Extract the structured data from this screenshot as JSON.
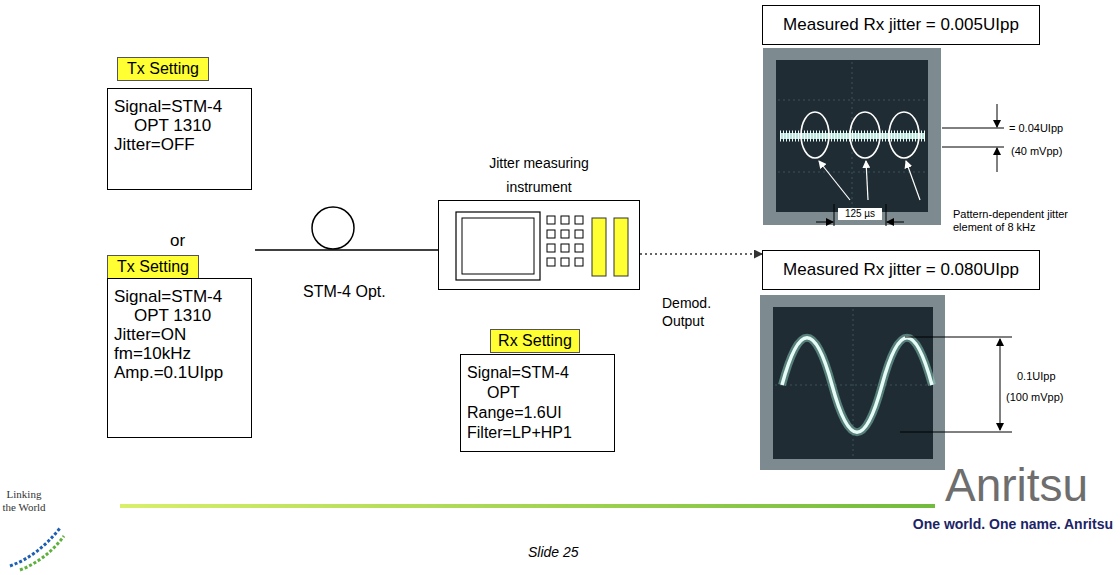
{
  "diagram": {
    "nodes": [
      {
        "text": [
          "Tx Setting"
        ]
      },
      {
        "text": [
          "Signal=STM-4 OPT 1310",
          "Jitter=OFF"
        ]
      },
      {
        "text": [
          "Tx Setting"
        ]
      },
      {
        "text": [
          "Signal=STM-4 OPT 1310",
          "Jitter=ON",
          "fm=10kHz",
          "Amp.=0.1UIpp"
        ]
      },
      {
        "text": [
          "Jitter measuring instrument"
        ]
      },
      {
        "text": [
          "Rx Setting"
        ]
      },
      {
        "text": [
          "Signal=STM-4 OPT",
          "Range=1.6UI",
          "Filter=LP+HP1"
        ]
      },
      {
        "text": [
          "Measured Rx jitter = 0.005UIpp"
        ]
      },
      {
        "text": [
          "Measured Rx jitter = 0.080UIpp"
        ]
      }
    ],
    "edges": [
      {
        "from": 4,
        "to": 8,
        "arrow": "to",
        "label": "Demod. Output"
      }
    ],
    "labels": [
      "or",
      "STM-4 Opt.",
      "= 0.04UIpp",
      "(40 mVpp)",
      "125 µs",
      "Pattern-dependent jitter element of 8 kHz",
      "0.1UIpp",
      "(100 mVpp)",
      "Linking the World",
      "Anritsu",
      "One world. One name. Anritsu",
      "Slide 25"
    ]
  }
}
